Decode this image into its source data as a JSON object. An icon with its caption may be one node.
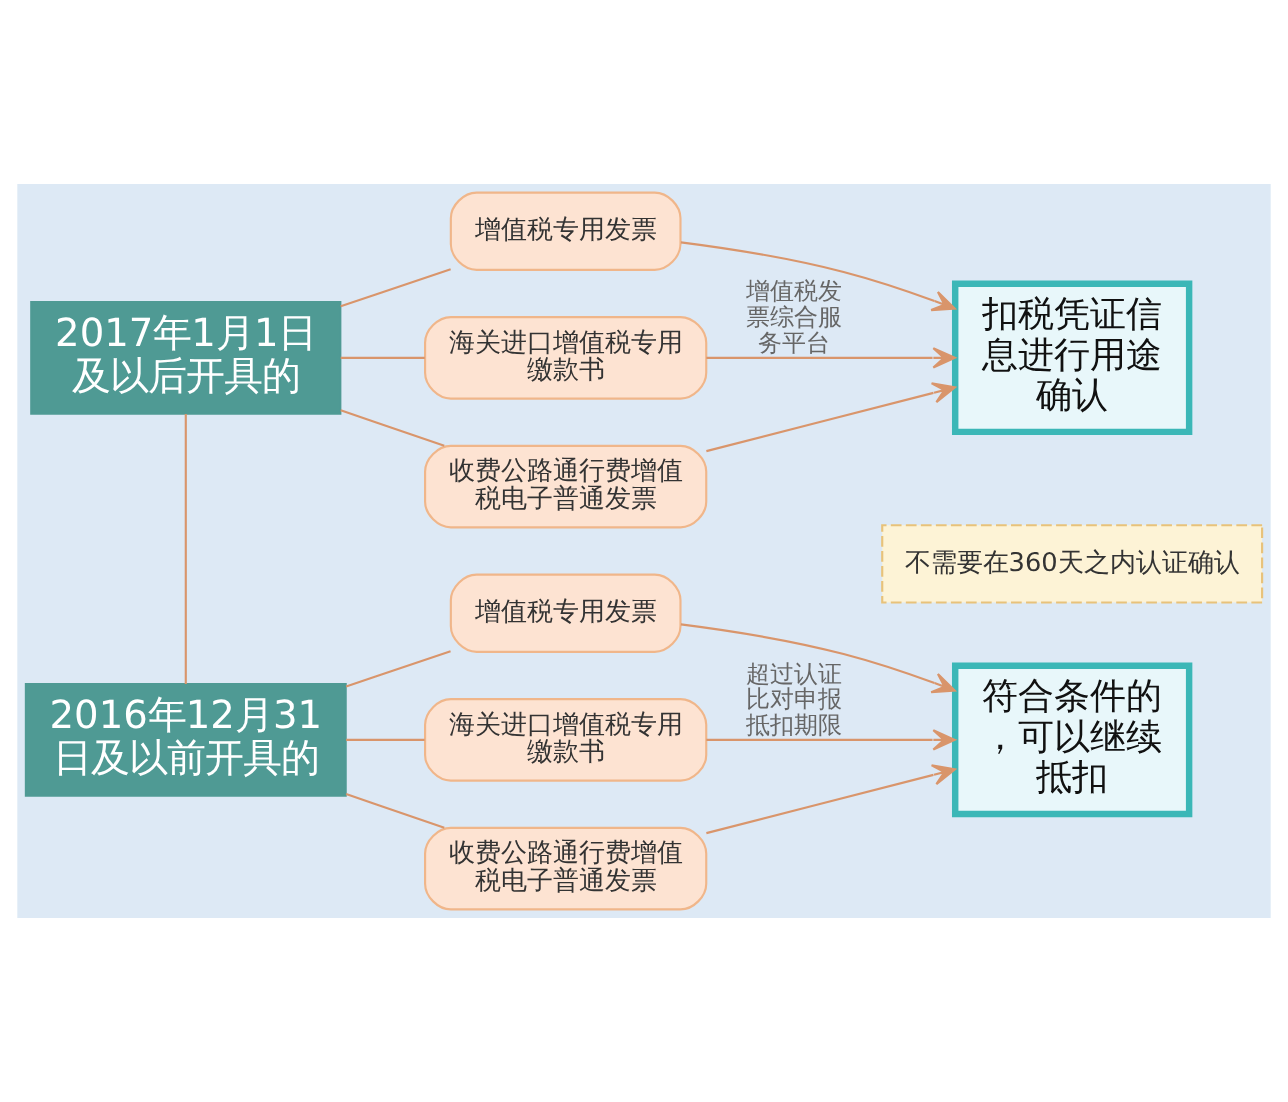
{
  "diagram": {
    "nodes": [
      {
        "text": [
          "2017年1月1日及以后开具的"
        ]
      },
      {
        "text": [
          "增值税专用发票"
        ]
      },
      {
        "text": [
          "海关进口增值税专用缴款书"
        ]
      },
      {
        "text": [
          "收费公路通行费增值税电子普通发票"
        ]
      },
      {
        "text": [
          "扣税凭证信息进行用途确认"
        ]
      },
      {
        "text": [
          "不需要在360天之内认证确认"
        ]
      },
      {
        "text": [
          "2016年12月31日及以前开具的"
        ]
      },
      {
        "text": [
          "增值税专用发票"
        ]
      },
      {
        "text": [
          "海关进口增值税专用缴款书"
        ]
      },
      {
        "text": [
          "收费公路通行费增值税电子普通发票"
        ]
      },
      {
        "text": [
          "符合条件的，可以继续抵扣"
        ]
      }
    ],
    "edges": [
      {
        "from": 0,
        "to": 1,
        "arrow": "none"
      },
      {
        "from": 0,
        "to": 2,
        "arrow": "none"
      },
      {
        "from": 0,
        "to": 3,
        "arrow": "none"
      },
      {
        "from": 1,
        "to": 4,
        "arrow": "to"
      },
      {
        "from": 2,
        "to": 4,
        "arrow": "to",
        "label": "增值税发票综合服务平台"
      },
      {
        "from": 3,
        "to": 4,
        "arrow": "to"
      },
      {
        "from": 0,
        "to": 6,
        "arrow": "none"
      },
      {
        "from": 6,
        "to": 7,
        "arrow": "none"
      },
      {
        "from": 6,
        "to": 8,
        "arrow": "none"
      },
      {
        "from": 6,
        "to": 9,
        "arrow": "none"
      },
      {
        "from": 7,
        "to": 10,
        "arrow": "to"
      },
      {
        "from": 8,
        "to": 10,
        "arrow": "to",
        "label": "超过认证比对申报抵扣期限"
      },
      {
        "from": 9,
        "to": 10,
        "arrow": "to"
      }
    ]
  }
}
